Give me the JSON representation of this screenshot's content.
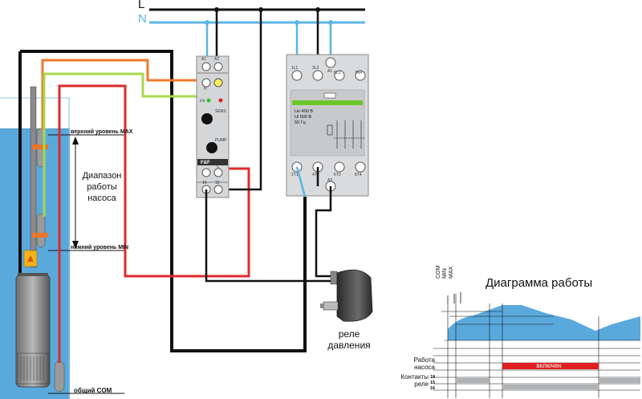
{
  "lines": {
    "L": "L",
    "N": "N"
  },
  "tank": {
    "level_max": "верхний уровень MAX",
    "level_min": "нижний уровень MIN",
    "common": "общий COM",
    "range_line1": "Диапазон",
    "range_line2": "работы",
    "range_line3": "насоса"
  },
  "level_relay": {
    "terminals_top": [
      "A1",
      "A2"
    ],
    "terminal_h": "H",
    "led_label": "Un",
    "sens": "SENS",
    "pump": "PUMP",
    "brand": "F&F",
    "terminals_bottom": [
      "16",
      "15",
      "18"
    ],
    "terminal_c": "C"
  },
  "contactor": {
    "top_terminals": [
      "1L1",
      "3L2",
      "5L3",
      "7N4"
    ],
    "a1": "A1",
    "specs": [
      "Ue 400 В",
      "Ui 500 В",
      "50 Гц"
    ],
    "bottom_terminals": [
      "2T1",
      "4T2",
      "6T3",
      "8T4"
    ],
    "a2": "A2"
  },
  "pressure_relay": {
    "label_line1": "реле",
    "label_line2": "давления"
  },
  "timing_diagram": {
    "title": "Диаграмма работы",
    "axis_labels": [
      "COM",
      "MIN",
      "MAX"
    ],
    "row1_line1": "Работа",
    "row1_line2": "насоса",
    "row1_state": "включен",
    "row2_line1": "Контакты",
    "row2_line2": "реле",
    "contact_nums": [
      "18",
      "15",
      "16"
    ]
  },
  "colors": {
    "blue": "#5bb5e5",
    "water": "#5aa9dd",
    "orange": "#f07a2a",
    "green": "#a6d84a",
    "red": "#e02a2a",
    "black": "#111111",
    "on_bar": "#e02020"
  }
}
